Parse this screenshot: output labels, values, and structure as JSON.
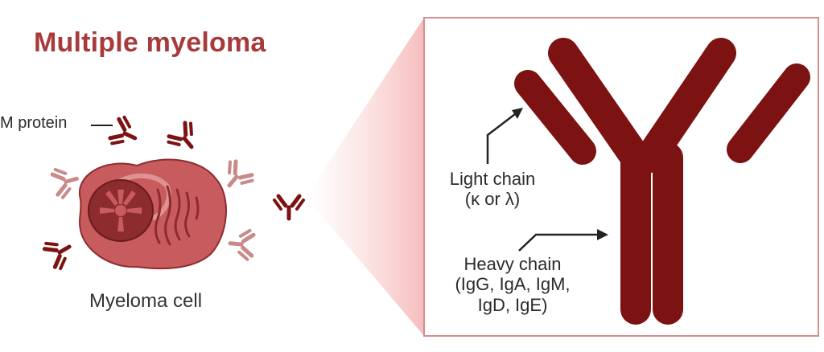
{
  "title": "Multiple myeloma",
  "labels": {
    "m_protein": "M protein",
    "myeloma_cell": "Myeloma cell",
    "light_chain_line1": "Light chain",
    "light_chain_line2": "(κ or λ)",
    "heavy_chain_line1": "Heavy chain",
    "heavy_chain_line2": "(IgG, IgA, IgM,",
    "heavy_chain_line3": "IgD, IgE)"
  },
  "colors": {
    "title": "#a73b3b",
    "antibody_dark": "#7d1212",
    "antibody_light": "#c98a8a",
    "cell_fill": "#c85b5e",
    "nucleus": "#8d2c2f",
    "zoom_fill": "#f7c9c9",
    "frame": "#d58d8d"
  }
}
